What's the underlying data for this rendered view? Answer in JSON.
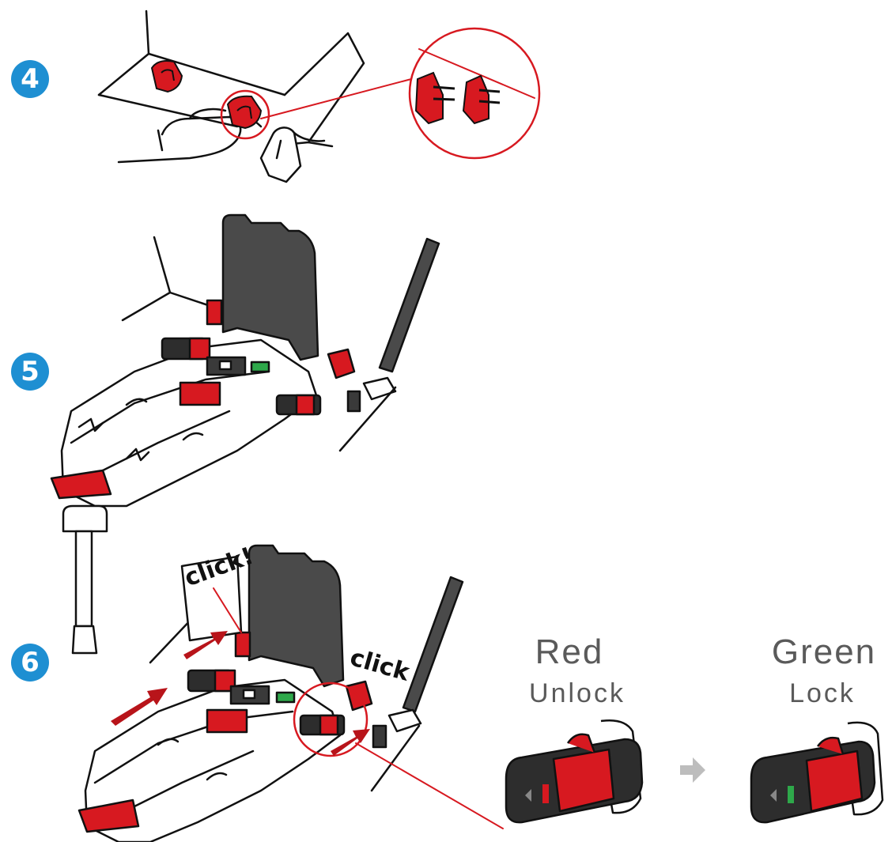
{
  "colors": {
    "badge": "#1e8fd2",
    "accent_red": "#d71920",
    "dark_grey": "#4a4a4a",
    "lock_green": "#2ea84a",
    "line": "#111111",
    "arrow_grey": "#bdbdbd"
  },
  "steps": [
    {
      "number": "4"
    },
    {
      "number": "5"
    },
    {
      "number": "6"
    }
  ],
  "clicks": [
    {
      "text": "click!"
    },
    {
      "text": "click"
    }
  ],
  "status": [
    {
      "color_word": "Red",
      "state": "Unlock"
    },
    {
      "color_word": "Green",
      "state": "Lock"
    }
  ],
  "icons": [
    "right-arrow-icon"
  ]
}
